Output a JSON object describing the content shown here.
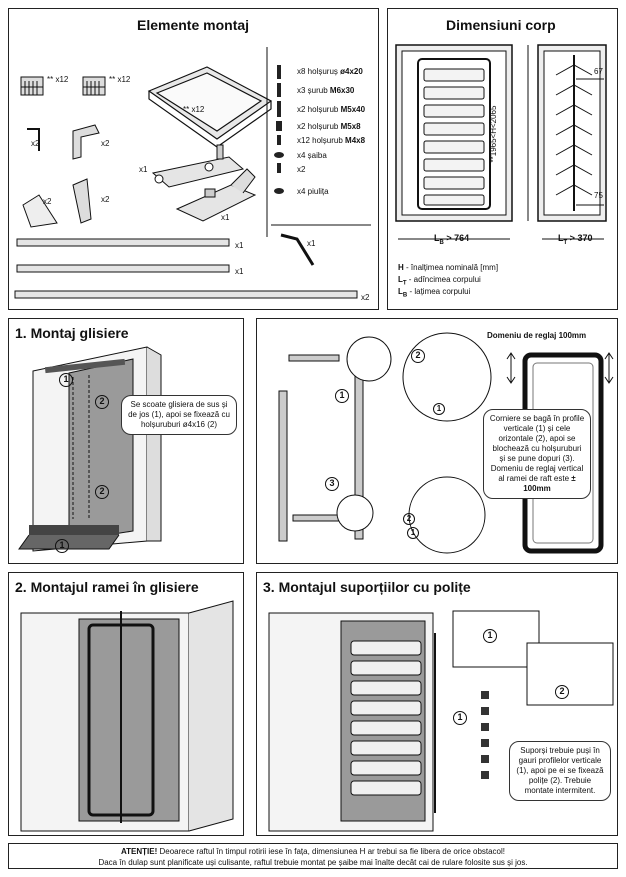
{
  "elemente": {
    "title": "Elemente montaj",
    "qty": {
      "clip_a": "** x12",
      "clip_b": "** x12",
      "tray": "** x12",
      "bracket_a": "x2",
      "bracket_b": "x2",
      "bracket_c": "x2",
      "bracket_d": "x2",
      "connector_a": "x1",
      "connector_b": "x1",
      "rail_1": "x1",
      "rail_2": "x1",
      "rail_3": "x2"
    },
    "hardware": [
      {
        "pre": "x8 holșuruș ",
        "bold": "ø4x20"
      },
      {
        "pre": "x3 șurub ",
        "bold": "M6x30"
      },
      {
        "pre": "x2 holșurub ",
        "bold": "M5x40"
      },
      {
        "pre": "x2 holșurub ",
        "bold": "M5x8"
      },
      {
        "pre": "x12 holșurub ",
        "bold": "M4x8"
      },
      {
        "pre": "x4 șaiba",
        "bold": ""
      },
      {
        "pre": "x2",
        "bold": ""
      },
      {
        "pre": "x4 piulița",
        "bold": ""
      }
    ],
    "allen_key_qty": "x1"
  },
  "dimensiuni": {
    "title": "Dimensiuni corp",
    "lb_value": "L",
    "lb_sub": "B",
    "lb_num": "764",
    "lt_value": "L",
    "lt_sub": "T",
    "lt_num": "370",
    "h_label": "**1965<H<2065",
    "dim_67": "67",
    "dim_75": "75",
    "legend": [
      {
        "sym": "H",
        "sub": "",
        "text": " - înalțimea nominală [mm]"
      },
      {
        "sym": "L",
        "sub": "T",
        "text": " - adîncimea corpului"
      },
      {
        "sym": "L",
        "sub": "B",
        "text": " - lațimea corpului"
      }
    ]
  },
  "step1": {
    "title": "1. Montaj glisiere",
    "note": "Se scoate glisiera de sus și de jos (1), apoi se fixează cu holșuruburi ø4x16 (2)"
  },
  "frame": {
    "range_title": "Domeniu de reglaj 100mm",
    "note_pre": "Corniere se bagă în profile verticale (1) și cele orizontale (2), apoi se blochează cu holșuruburi și se pune dopuri (3). Domeniu de reglaj vertical al ramei de raft este ",
    "note_bold": "± 100mm"
  },
  "step2": {
    "title": "2. Montajul ramei în glisiere"
  },
  "step3": {
    "title": "3. Montajul suporțiilor cu polițe",
    "note": "Suporși trebuie puși în gauri profilelor verticale (1), apoi pe ei se fixează polițe (2). Trebuie montate intermitent."
  },
  "callouts": {
    "n1": "1",
    "n2": "2",
    "n3": "3"
  },
  "warning": {
    "label": "ATENȚIE!",
    "line1": " Deoarece raftul în timpul rotirii iese în fața, dimensiunea H ar trebui sa fie libera de orice obstacol!",
    "line2": "Daca în dulap sunt planificate uși culisante, raftul trebuie montat pe șaibe mai înalte decât cai de rulare folosite sus și jos."
  }
}
